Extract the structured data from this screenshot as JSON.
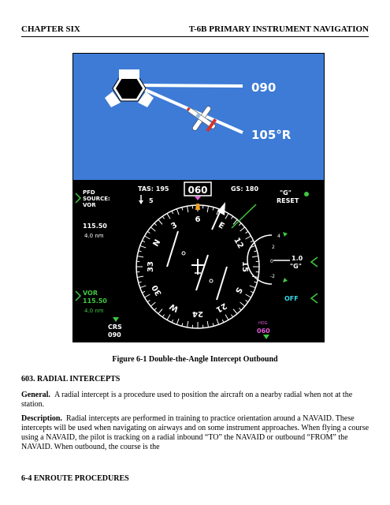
{
  "header": {
    "left": "CHAPTER SIX",
    "right": "T-6B PRIMARY INSTRUMENT NAVIGATION"
  },
  "figure": {
    "map": {
      "radial_label": "090",
      "intercept_label": "105°R"
    },
    "pfd": {
      "tas_label": "TAS: 195",
      "heading": "060",
      "gs_label": "GS: 180",
      "wind_speed": "5",
      "source_title": "PFD",
      "source_label": "SOURCE:",
      "source_value": "VOR",
      "nav_freq": "115.50",
      "nav_dist": "4.0 nm",
      "vor_label": "VOR",
      "vor_freq": "115.50",
      "vor_dist": "4.0 nm",
      "crs_label": "CRS",
      "crs_value": "090",
      "hdg_bug_label": "HDG",
      "hdg_bug_value": "060",
      "g_label": "\"G\"",
      "g_reset": "RESET",
      "g_value": "1.0",
      "g_unit": "\"G\"",
      "off_label": "OFF",
      "compass_marks": [
        "N",
        "3",
        "6",
        "E",
        "12",
        "15",
        "S",
        "21",
        "24",
        "W",
        "30",
        "33"
      ],
      "g_ticks": [
        "4",
        "2",
        "0",
        "-2"
      ]
    },
    "colors": {
      "sky": "#3d7bd6",
      "pfd_bg": "#000000",
      "heading_box": "#ffffff",
      "magenta": "#e05ad8",
      "green": "#3fc83f",
      "cyan": "#38d6e6",
      "orange": "#f0a020"
    }
  },
  "caption": "Figure 6-1 Double-the-Angle Intercept Outbound",
  "section": "603. RADIAL INTERCEPTS",
  "paragraphs": {
    "p1_lead": "General.",
    "p1_text": "A radial intercept is a procedure used to position the aircraft on a nearby radial when not at the station.",
    "p2_lead": "Description.",
    "p2_text": "Radial intercepts are performed in training to practice orientation around a NAVAID. These intercepts will be used when navigating on airways and on some instrument approaches. When flying a course using a NAVAID, the pilot is tracking on a radial inbound “TO” the NAVAID or outbound “FROM” the NAVAID. When outbound, the course is the"
  },
  "footer": "6-4   ENROUTE PROCEDURES"
}
